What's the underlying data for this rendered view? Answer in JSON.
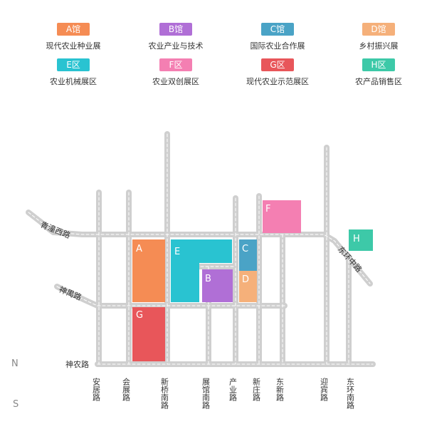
{
  "legend": [
    {
      "badge": "A馆",
      "text": "现代农业种业展",
      "color": "#f58c54"
    },
    {
      "badge": "B馆",
      "text": "农业产业与技术",
      "color": "#b06fd6"
    },
    {
      "badge": "C馆",
      "text": "国际农业合作展",
      "color": "#4aa3c6"
    },
    {
      "badge": "D馆",
      "text": "乡村振兴展",
      "color": "#f5b07a"
    },
    {
      "badge": "E区",
      "text": "农业机械展区",
      "color": "#29c3d1"
    },
    {
      "badge": "F区",
      "text": "农业双创展区",
      "color": "#f47fb2"
    },
    {
      "badge": "G区",
      "text": "现代农业示范展区",
      "color": "#e8565a"
    },
    {
      "badge": "H区",
      "text": "农产品销售区",
      "color": "#3dc9a8"
    }
  ],
  "zones": {
    "A": "A",
    "B": "B",
    "C": "C",
    "D": "D",
    "E": "E",
    "F": "F",
    "G": "G",
    "H": "H"
  },
  "roads": {
    "qingtong_west": "青潼西路",
    "dongmu": "东环中路",
    "shenyu": "神禺路",
    "shennong": "神农路",
    "anju": "安居路",
    "huizhan": "会展路",
    "xinqiao_south": "新桥南路",
    "zhanguan_south": "展馆南路",
    "chanye": "产业路",
    "xinzhuang": "新庄路",
    "dongxin": "东新路",
    "yingbin": "迎宾路",
    "donghuan_south": "东环南路"
  },
  "compass": {
    "north": "N",
    "south": "S"
  }
}
